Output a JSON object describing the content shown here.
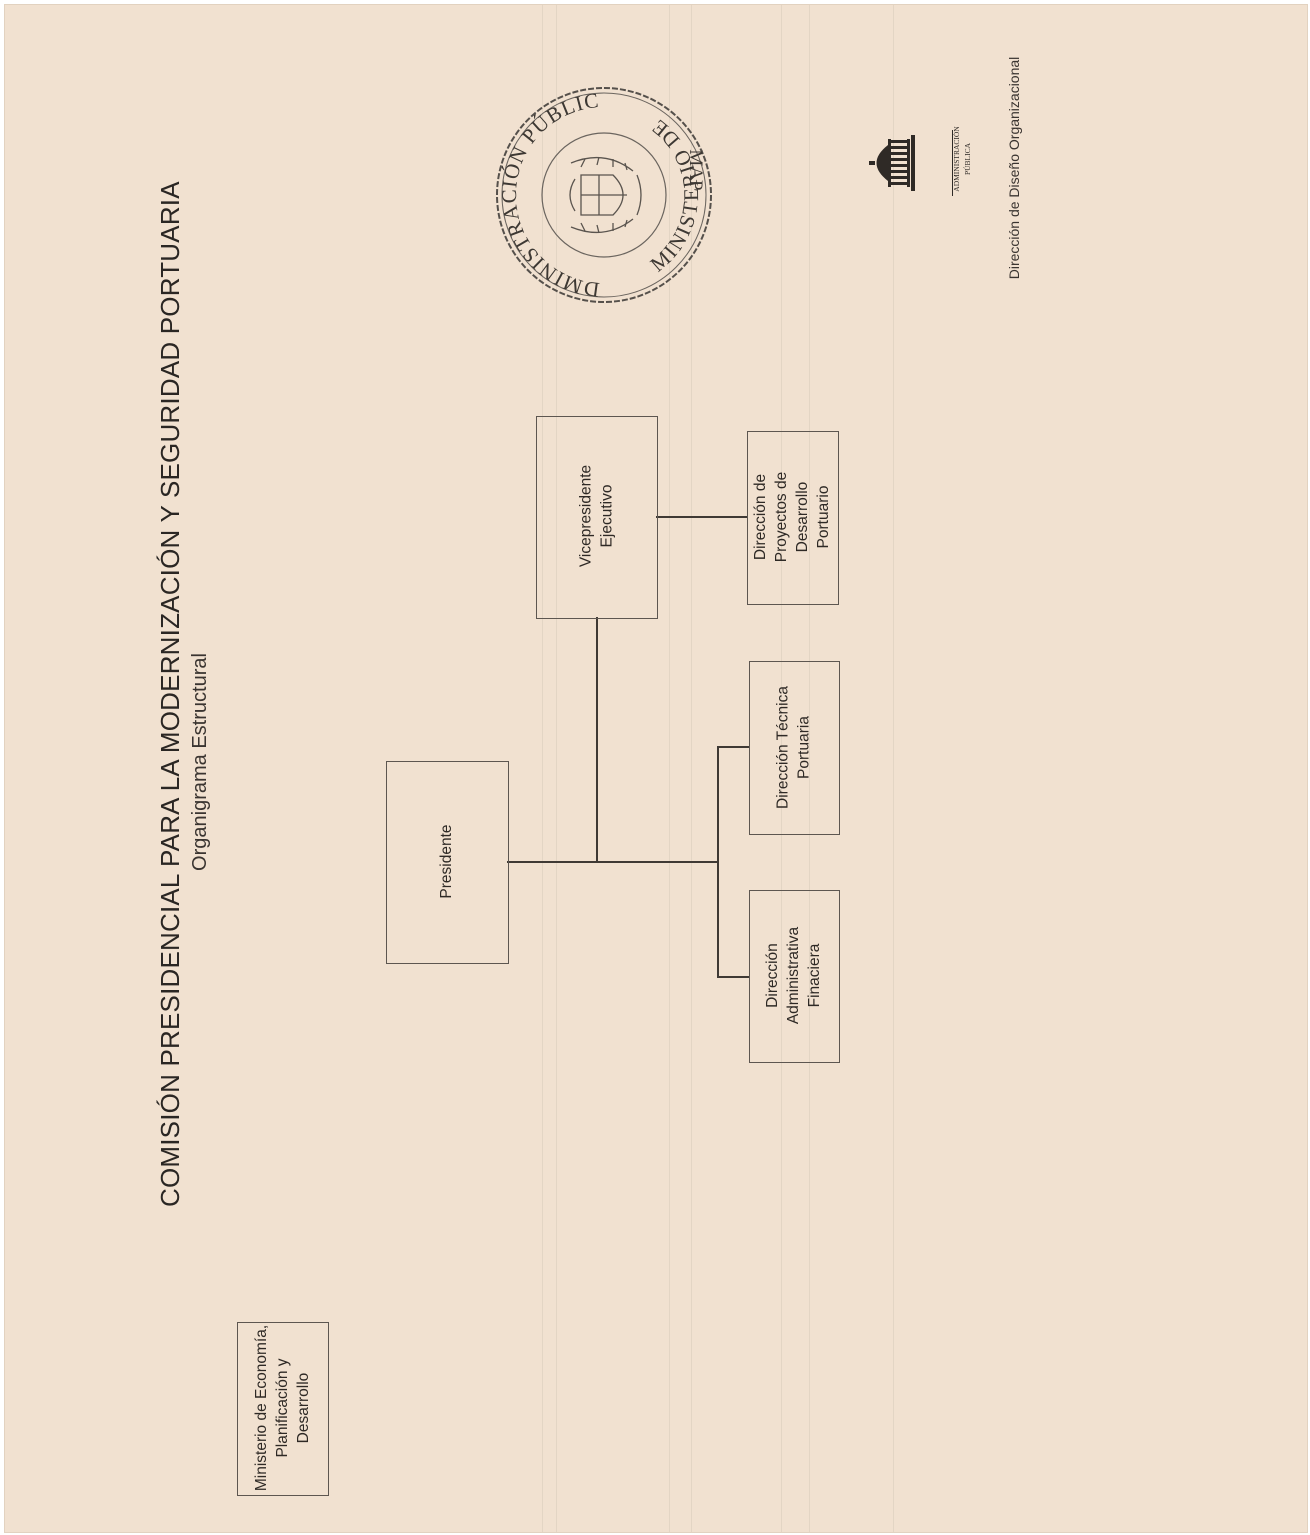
{
  "document": {
    "title": "COMISIÓN PRESIDENCIAL PARA LA MODERNIZACIÓN Y SEGURIDAD PORTUARIA",
    "subtitle": "Organigrama Estructural",
    "footer": "Dirección de Diseño Organizacional"
  },
  "stamp": {
    "top_text": "ADMINISTRACIÓN PÚBLICA",
    "bottom_text": "MINISTERIO DE",
    "side_text": "MAP"
  },
  "logo": {
    "text_1": "ADMINISTRACIÓN",
    "text_2": "PÚBLICA"
  },
  "org_units": {
    "ministerio": "Ministerio de Economía, Planificación y Desarrollo",
    "presidente": "Presidente",
    "vicepresidente": "Vicepresidente Ejecutivo",
    "dir_admin": "Dirección Administrativa Finaciera",
    "dir_tecnica": "Dirección Técnica Portuaria",
    "dir_proyectos": "Dirección de Proyectos de Desarrollo Portuario"
  }
}
